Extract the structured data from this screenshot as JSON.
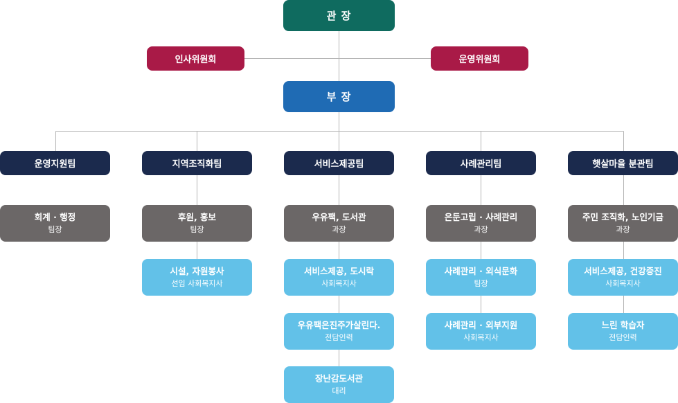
{
  "director": {
    "title": "관 장"
  },
  "committees": {
    "left": "인사위원회",
    "right": "운영위원회"
  },
  "deputy": {
    "title": "부 장"
  },
  "teams": [
    {
      "name": "운영지원팀",
      "members": [
        {
          "title": "회계 · 행정",
          "role": "팀장"
        }
      ]
    },
    {
      "name": "지역조직화팀",
      "members": [
        {
          "title": "후원, 홍보",
          "role": "팀장"
        },
        {
          "title": "시설, 자원봉사",
          "role": "선임 사회복지사"
        }
      ]
    },
    {
      "name": "서비스제공팀",
      "members": [
        {
          "title": "우유팩, 도서관",
          "role": "과장"
        },
        {
          "title": "서비스제공, 도시락",
          "role": "사회복지사"
        },
        {
          "title": "우유팩은진주가살린다.",
          "role": "전담인력"
        },
        {
          "title": "장난감도서관",
          "role": "대리"
        }
      ]
    },
    {
      "name": "사례관리팀",
      "members": [
        {
          "title": "은둔고립 · 사례관리",
          "role": "과장"
        },
        {
          "title": "사례관리 · 외식문화",
          "role": "팀장"
        },
        {
          "title": "사례관리 · 외부지원",
          "role": "사회복지사"
        }
      ]
    },
    {
      "name": "햇살마을 분관팀",
      "members": [
        {
          "title": "주민 조직화, 노인기금",
          "role": "과장"
        },
        {
          "title": "서비스제공, 건강증진",
          "role": "사회복지사"
        },
        {
          "title": "느린 학습자",
          "role": "전담인력"
        }
      ]
    }
  ],
  "colors": {
    "director": "#0f6b5f",
    "committee": "#a91a47",
    "deputy": "#1f6bb4",
    "team": "#1b2a4d",
    "lead": "#6b6767",
    "staff": "#62c1e8",
    "line": "#b5b5b5"
  }
}
